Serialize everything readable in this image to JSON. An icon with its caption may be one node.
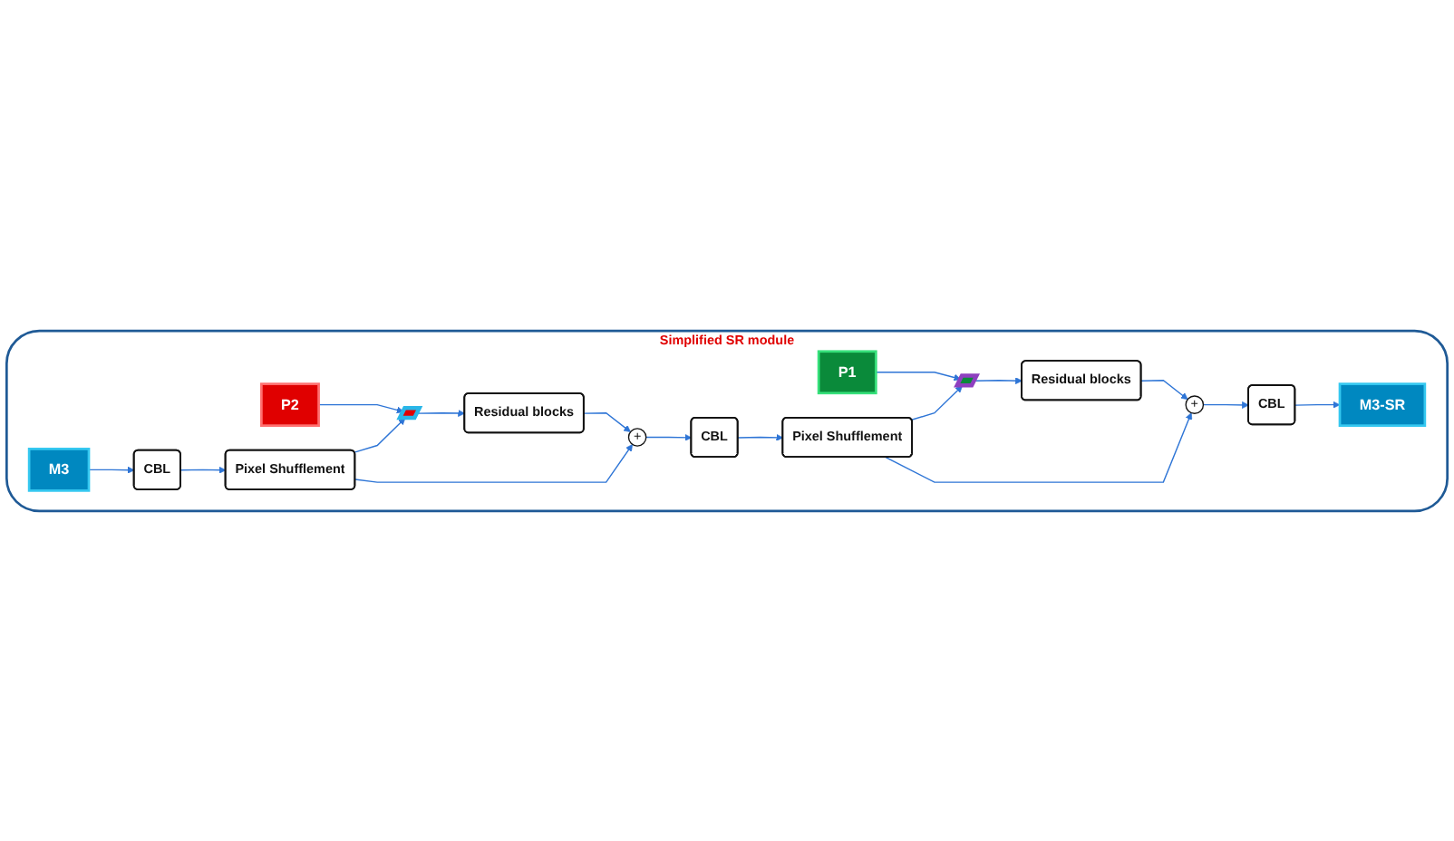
{
  "diagram": {
    "nodes": [
      {
        "text": [
          "Simplified SR module"
        ]
      },
      {
        "text": [
          "P1"
        ],
        "in": 0
      },
      {
        "text": [
          "P2"
        ],
        "in": 0
      },
      {
        "text": [
          "M3"
        ],
        "in": 0
      },
      {
        "text": [
          "CBL"
        ],
        "in": 0
      },
      {
        "text": [
          "Pixel Shufflement"
        ],
        "in": 0
      },
      {
        "text": [],
        "shape": "bar",
        "in": 0
      },
      {
        "text": [
          "Residual blocks"
        ],
        "in": 0
      },
      {
        "text": [
          "+"
        ],
        "in": 0
      },
      {
        "text": [
          "CBL"
        ],
        "in": 0
      },
      {
        "text": [
          "Pixel Shufflement"
        ],
        "in": 0
      },
      {
        "text": [],
        "shape": "bar",
        "in": 0
      },
      {
        "text": [
          "Residual blocks"
        ],
        "in": 0
      },
      {
        "text": [
          "+"
        ],
        "in": 0
      },
      {
        "text": [
          "CBL"
        ],
        "in": 0
      },
      {
        "text": [
          "M3-SR"
        ],
        "in": 0
      }
    ],
    "edges": [
      {
        "from": 1,
        "to": 11,
        "arrow": "to"
      },
      {
        "from": 2,
        "to": 6,
        "arrow": "to"
      },
      {
        "from": 3,
        "to": 4,
        "arrow": "to"
      },
      {
        "from": 4,
        "to": 5,
        "arrow": "to"
      },
      {
        "from": 5,
        "to": 6,
        "arrow": "to"
      },
      {
        "from": 5,
        "to": 8,
        "arrow": "to"
      },
      {
        "from": 6,
        "to": 7,
        "arrow": "to"
      },
      {
        "from": 7,
        "to": 8,
        "arrow": "to"
      },
      {
        "from": 8,
        "to": 9,
        "arrow": "to"
      },
      {
        "from": 9,
        "to": 10,
        "arrow": "to"
      },
      {
        "from": 10,
        "to": 11,
        "arrow": "to"
      },
      {
        "from": 10,
        "to": 13,
        "arrow": "to"
      },
      {
        "from": 11,
        "to": 12,
        "arrow": "to"
      },
      {
        "from": 12,
        "to": 13,
        "arrow": "to"
      },
      {
        "from": 13,
        "to": 14,
        "arrow": "to"
      },
      {
        "from": 14,
        "to": 15,
        "arrow": "to"
      }
    ]
  }
}
